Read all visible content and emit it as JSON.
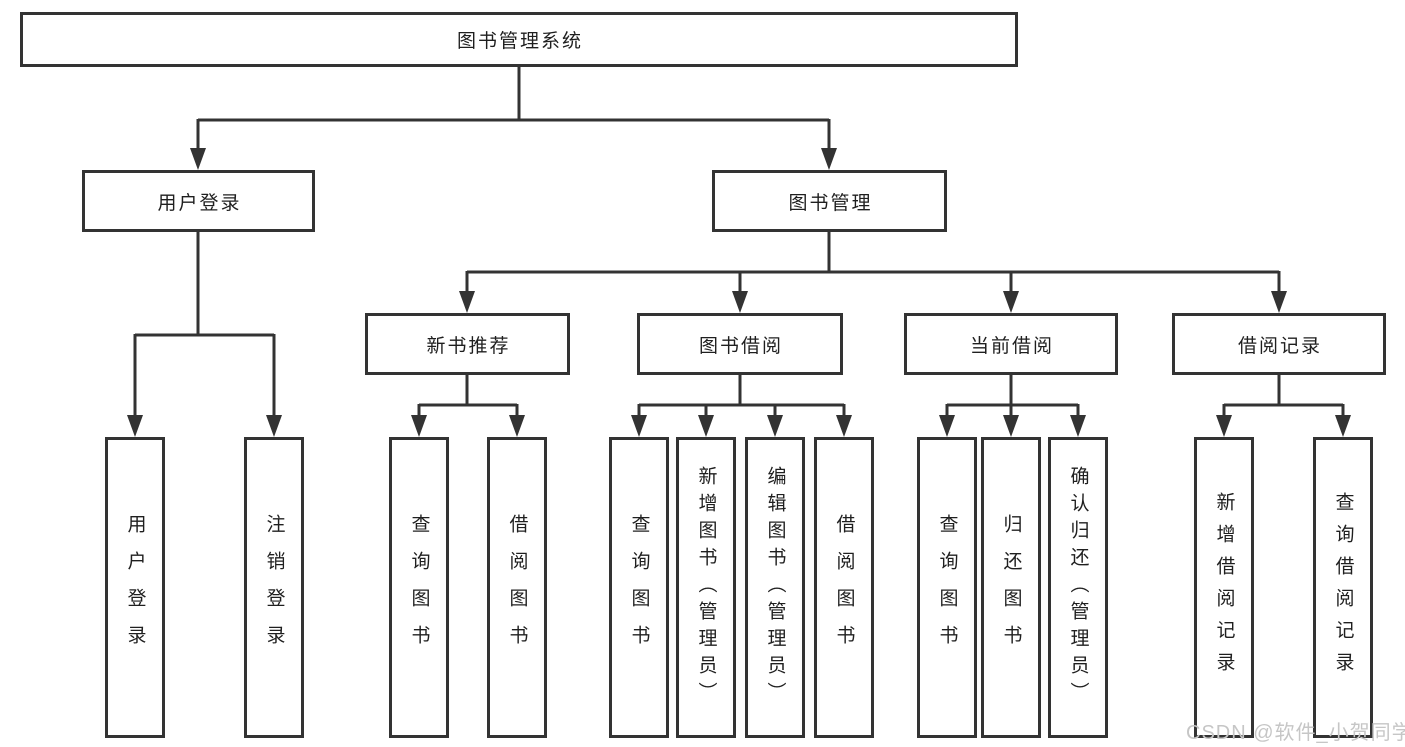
{
  "diagram": {
    "title": "图书管理系统",
    "branches": {
      "user_login": {
        "label": "用户登录",
        "leaves": [
          "用户登录",
          "注销登录"
        ]
      },
      "book_mgmt": {
        "label": "图书管理",
        "groups": {
          "new_book": {
            "label": "新书推荐",
            "leaves": [
              "查询图书",
              "借阅图书"
            ]
          },
          "borrow": {
            "label": "图书借阅",
            "leaves": [
              "查询图书",
              "新增图书（管理员）",
              "编辑图书（管理员）",
              "借阅图书"
            ]
          },
          "current": {
            "label": "当前借阅",
            "leaves": [
              "查询图书",
              "归还图书",
              "确认归还（管理员）"
            ]
          },
          "records": {
            "label": "借阅记录",
            "leaves": [
              "新增借阅记录",
              "查询借阅记录"
            ]
          }
        }
      }
    }
  },
  "watermark": {
    "text": "CSDN @软件_小贺同学"
  },
  "colors": {
    "line": "#333333",
    "text": "#1f1f1f",
    "watermark": "#c6c6c6",
    "bg": "#ffffff"
  }
}
